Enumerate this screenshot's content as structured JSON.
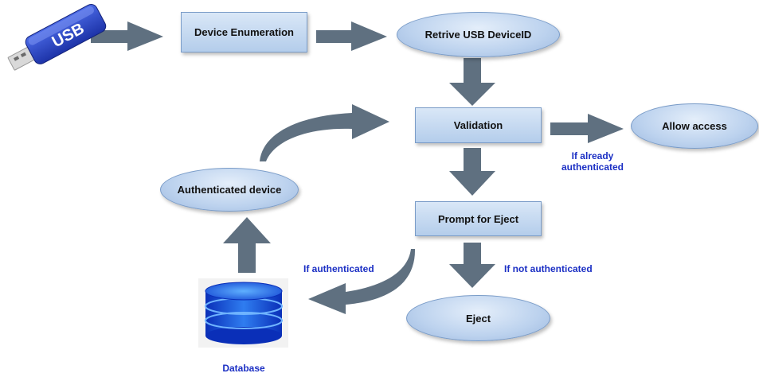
{
  "usb_drive": {
    "icon": "usb-drive-icon",
    "text": "USB"
  },
  "nodes": {
    "device_enumeration": "Device Enumeration",
    "retrieve_id": "Retrive USB DeviceID",
    "validation": "Validation",
    "allow_access": "Allow access",
    "prompt_eject": "Prompt for Eject",
    "eject": "Eject",
    "authenticated_device": "Authenticated device"
  },
  "edge_labels": {
    "already_authenticated_line1": "If already",
    "already_authenticated_line2": "authenticated",
    "if_authenticated": "If authenticated",
    "if_not_authenticated": "If not authenticated"
  },
  "database": {
    "icon": "database-icon",
    "label": "Database"
  },
  "colors": {
    "box_fill": "#c6daf1",
    "arrow": "#5f7080",
    "label_text": "#1b2fc4",
    "usb_body": "#2a46c8"
  }
}
